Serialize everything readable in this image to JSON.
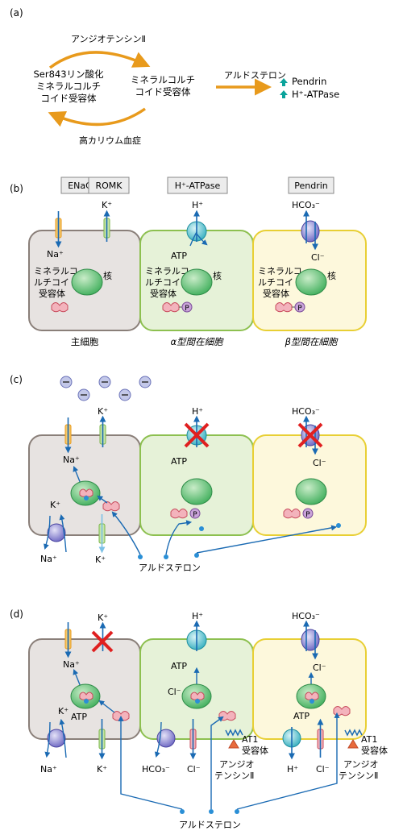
{
  "panels": {
    "a": "(a)",
    "b": "(b)",
    "c": "(c)",
    "d": "(d)"
  },
  "panel_a": {
    "top_arrow_label": "アンジオテンシンⅡ",
    "left_node_line1": "Ser843リン酸化",
    "left_node_line2": "ミネラルコルチ",
    "left_node_line3": "コイド受容体",
    "right_node_line1": "ミネラルコルチ",
    "right_node_line2": "コイド受容体",
    "bottom_arrow_label": "高カリウム血症",
    "aldo_label": "アルドステロン",
    "effect1": "Pendrin",
    "effect2": "H⁺-ATPase"
  },
  "panel_b": {
    "headers": [
      "ENaC",
      "ROMK",
      "H⁺-ATPase",
      "Pendrin"
    ],
    "cells": [
      {
        "name": "主細胞",
        "nucleus": "核",
        "receptor": [
          "ミネラルコ",
          "ルチコイド",
          "受容体"
        ]
      },
      {
        "name": "α型間在細胞",
        "nucleus": "核",
        "receptor": [
          "ミネラルコ",
          "ルチコイド",
          "受容体"
        ]
      },
      {
        "name": "β型間在細胞",
        "nucleus": "核",
        "receptor": [
          "ミネラルコ",
          "ルチコイド",
          "受容体"
        ]
      }
    ],
    "na": "Na⁺",
    "k": "K⁺",
    "h": "H⁺",
    "atp": "ATP",
    "hco3": "HCO₃⁻",
    "cl": "Cl⁻",
    "p": "P"
  },
  "panel_c": {
    "na": "Na⁺",
    "k": "K⁺",
    "k_in": "K⁺",
    "na_out": "Na⁺",
    "k_out": "K⁺",
    "h": "H⁺",
    "atp": "ATP",
    "hco3": "HCO₃⁻",
    "cl": "Cl⁻",
    "p": "P",
    "aldo": "アルドステロン"
  },
  "panel_d": {
    "k_top": "K⁺",
    "na_in": "Na⁺",
    "k_atp": "K⁺",
    "atp": "ATP",
    "na_out": "Na⁺",
    "k_out": "K⁺",
    "h_top": "H⁺",
    "atp2": "ATP",
    "cl_in": "Cl⁻",
    "hco3_out": "HCO₃⁻",
    "cl_out": "Cl⁻",
    "at1": "AT1",
    "at1_sub": "受容体",
    "angio1": "アンジオ",
    "angio2": "テンシンⅡ",
    "hco3_top": "HCO₃⁻",
    "cl_in3": "Cl⁻",
    "atp3": "ATP",
    "h_out": "H⁺",
    "cl_out3": "Cl⁻",
    "aldo": "アルドステロン"
  }
}
